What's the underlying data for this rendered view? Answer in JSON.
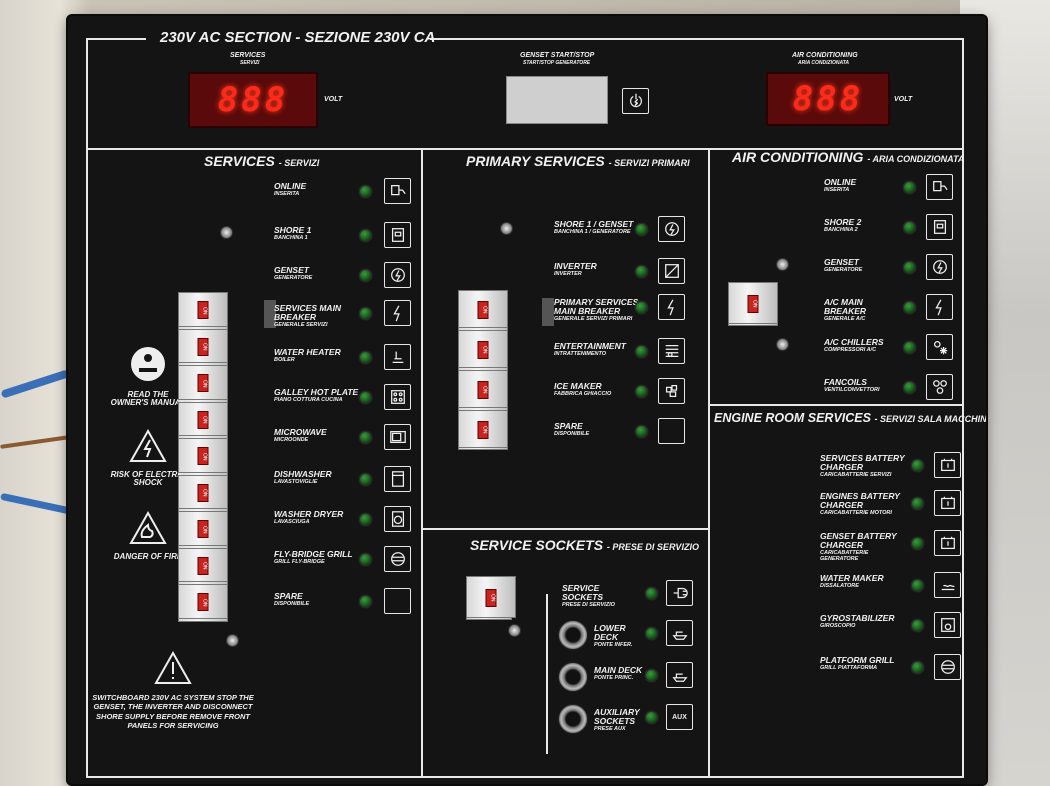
{
  "top": {
    "section_title": "230V AC SECTION - SEZIONE 230V CA",
    "services_label": "SERVICES",
    "services_sub": "SERVIZI",
    "services_display": "888",
    "services_unit": "VOLT",
    "genset_label": "GENSET START/STOP",
    "genset_sub": "START/STOP GENERATORE",
    "ac_label": "AIR CONDITIONING",
    "ac_sub": "ARIA CONDIZIONATA",
    "ac_display": "888",
    "ac_unit": "VOLT"
  },
  "services": {
    "title": "SERVICES",
    "title_sub": "- SERVIZI",
    "items": [
      {
        "label": "ONLINE",
        "sub": "INSERITA"
      },
      {
        "label": "SHORE 1",
        "sub": "BANCHINA 1"
      },
      {
        "label": "GENSET",
        "sub": "GENERATORE"
      },
      {
        "label": "SERVICES MAIN BREAKER",
        "sub": "GENERALE SERVIZI"
      },
      {
        "label": "WATER HEATER",
        "sub": "BOILER"
      },
      {
        "label": "GALLEY HOT PLATE",
        "sub": "PIANO COTTURA CUCINA"
      },
      {
        "label": "MICROWAVE",
        "sub": "MICROONDE"
      },
      {
        "label": "DISHWASHER",
        "sub": "LAVASTOVIGLIE"
      },
      {
        "label": "WASHER DRYER",
        "sub": "LAVASCIUGA"
      },
      {
        "label": "FLY-BRIDGE GRILL",
        "sub": "GRILL FLY-BRIDGE"
      },
      {
        "label": "SPARE",
        "sub": "DISPONIBILE"
      }
    ]
  },
  "warnings": {
    "manual": "READ THE OWNER'S MANUAL",
    "shock": "RISK OF ELECTRIC SHOCK",
    "fire": "DANGER OF FIRE",
    "notice": "SWITCHBOARD 230V AC SYSTEM STOP THE GENSET, THE INVERTER AND DISCONNECT SHORE SUPPLY BEFORE REMOVE FRONT PANELS FOR SERVICING"
  },
  "primary": {
    "title": "PRIMARY SERVICES",
    "title_sub": "- SERVIZI PRIMARI",
    "items": [
      {
        "label": "SHORE 1 / GENSET",
        "sub": "BANCHINA 1 / GENERATORE"
      },
      {
        "label": "INVERTER",
        "sub": "INVERTER"
      },
      {
        "label": "PRIMARY SERVICES MAIN BREAKER",
        "sub": "GENERALE SERVIZI PRIMARI"
      },
      {
        "label": "ENTERTAINMENT",
        "sub": "INTRATTENIMENTO"
      },
      {
        "label": "ICE MAKER",
        "sub": "FABBRICA GHIACCIO"
      },
      {
        "label": "SPARE",
        "sub": "DISPONIBILE"
      }
    ]
  },
  "sockets": {
    "title": "SERVICE SOCKETS",
    "title_sub": "- PRESE DI SERVIZIO",
    "items": [
      {
        "label": "SERVICE SOCKETS",
        "sub": "PRESE DI SERVIZIO"
      },
      {
        "label": "LOWER DECK",
        "sub": "PONTE INFER."
      },
      {
        "label": "MAIN DECK",
        "sub": "PONTE PRINC."
      },
      {
        "label": "AUXILIARY SOCKETS",
        "sub": "PRESE AUX"
      }
    ],
    "aux_icon_text": "AUX"
  },
  "aircon": {
    "title": "AIR CONDITIONING",
    "title_sub": "- ARIA CONDIZIONATA",
    "items": [
      {
        "label": "ONLINE",
        "sub": "INSERITA"
      },
      {
        "label": "SHORE 2",
        "sub": "BANCHINA 2"
      },
      {
        "label": "GENSET",
        "sub": "GENERATORE"
      },
      {
        "label": "A/C MAIN BREAKER",
        "sub": "GENERALE A/C"
      },
      {
        "label": "A/C CHILLERS",
        "sub": "COMPRESSORI A/C"
      },
      {
        "label": "FANCOILS",
        "sub": "VENTILCONVETTORI"
      }
    ]
  },
  "engine": {
    "title": "ENGINE ROOM SERVICES",
    "title_sub": "- SERVIZI SALA MACCHINE",
    "items": [
      {
        "label": "SERVICES BATTERY CHARGER",
        "sub": "CARICABATTERIE SERVIZI"
      },
      {
        "label": "ENGINES BATTERY CHARGER",
        "sub": "CARICABATTERIE MOTORI"
      },
      {
        "label": "GENSET BATTERY CHARGER",
        "sub": "CARICABATTERIE GENERATORE"
      },
      {
        "label": "WATER MAKER",
        "sub": "DISSALATORE"
      },
      {
        "label": "GYROSTABILIZER",
        "sub": "GIROSCOPIO"
      },
      {
        "label": "PLATFORM GRILL",
        "sub": "GRILL PIATTAFORMA"
      }
    ]
  },
  "breaker_text": "ON"
}
